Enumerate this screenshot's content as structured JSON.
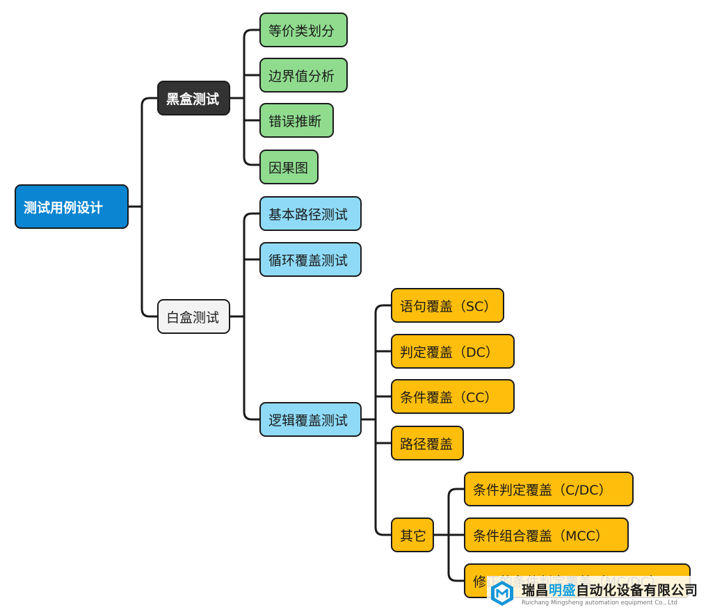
{
  "mindmap": {
    "root": "测试用例设计",
    "black_box": {
      "label": "黑盒测试",
      "children": [
        "等价类划分",
        "边界值分析",
        "错误推断",
        "因果图"
      ]
    },
    "white_box": {
      "label": "白盒测试",
      "children": [
        "基本路径测试",
        "循环覆盖测试"
      ],
      "logic": {
        "label": "逻辑覆盖测试",
        "children": [
          "语句覆盖（SC）",
          "判定覆盖（DC）",
          "条件覆盖（CC）",
          "路径覆盖"
        ],
        "other": {
          "label": "其它",
          "children": [
            "条件判定覆盖（C/DC）",
            "条件组合覆盖（MCC）",
            "修正的条件判定覆盖（MC/DC）"
          ]
        }
      }
    }
  },
  "watermark": {
    "name_prefix": "瑞昌",
    "name_accent": "明盛",
    "name_suffix": "自动化设备有限公司",
    "subtitle": "Ruichang Mingsheng automation equipment Co., Ltd"
  },
  "colors": {
    "root": "#0a85d1",
    "black_box": "#333333",
    "white_box": "#f3f3f3",
    "black_box_children": "#90dc8f",
    "white_box_children": "#8fdbf7",
    "logic_children": "#ffbe0b",
    "connector": "#1a1a1a"
  }
}
